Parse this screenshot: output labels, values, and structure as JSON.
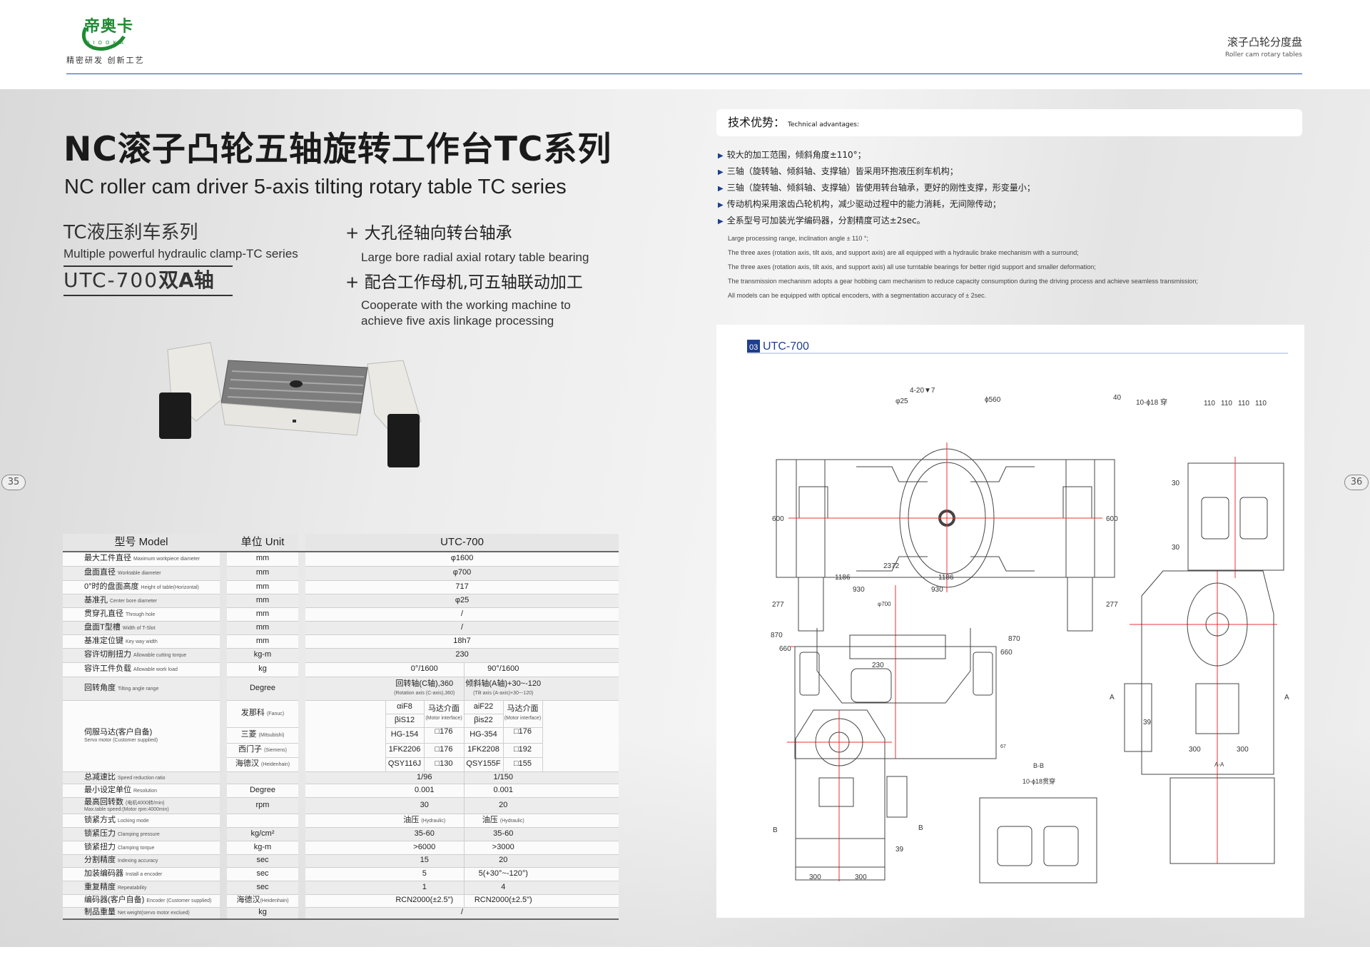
{
  "brand": {
    "logo_cn": "帝奥卡",
    "logo_en": "DIOOKA",
    "slogan": "精密研发 创新工艺",
    "color": "#1f8a32"
  },
  "header": {
    "title_cn": "滚子凸轮分度盘",
    "title_en": "Roller cam rotary tables",
    "line_color": "#2a4da0"
  },
  "hero": {
    "title_cn": "NC滚子凸轮五轴旋转工作台TC系列",
    "title_en": "NC roller cam driver 5-axis tilting rotary table TC series",
    "series_cn": "TC液压刹车系列",
    "series_en": "Multiple powerful hydraulic clamp-TC series",
    "model_prefix": "UTC-700",
    "model_suffix": "双A轴",
    "features": [
      {
        "cn": "+ 大孔径轴向转台轴承",
        "en": "Large bore radial axial rotary table bearing"
      },
      {
        "cn": "+ 配合工作母机,可五轴联动加工",
        "en": "Cooperate with the working machine to achieve five axis linkage processing"
      }
    ]
  },
  "pages": {
    "left": "35",
    "right": "36"
  },
  "advantages": {
    "title_cn": "技术优势：",
    "title_en": "Technical advantages:",
    "bullet_color": "#1d3e8f",
    "items_cn": [
      "较大的加工范围，倾斜角度±110°；",
      "三轴（旋转轴、倾斜轴、支撑轴）皆采用环抱液压刹车机构；",
      "三轴（旋转轴、倾斜轴、支撑轴）皆使用转台轴承，更好的刚性支撑，形变量小；",
      "传动机构采用滚齿凸轮机构，减少驱动过程中的能力消耗，无间隙传动；",
      "全系型号可加装光学编码器，分割精度可达±2sec。"
    ],
    "items_en": [
      "Large processing range, inclination angle ± 110 °;",
      "The three axes (rotation axis, tilt axis, and support axis) are all equipped with a hydraulic brake mechanism with a surround;",
      "The three axes (rotation axis, tilt axis, and support axis) all use turntable bearings for better rigid support and smaller deformation;",
      "The transmission mechanism adopts a gear hobbing cam mechanism to reduce capacity consumption during the driving process and achieve seamless transmission;",
      "All models can be equipped with optical encoders, with a segmentation accuracy of ± 2sec."
    ]
  },
  "drawing": {
    "section_no": "03",
    "model": "UTC-700",
    "accent": "#1d3e8f",
    "dims": {
      "bolt": "4-20▼7",
      "phi25": "φ25",
      "phi560": "ϕ560",
      "d40": "40",
      "d600": "600",
      "d277": "277",
      "holes": "10-ϕ18 穿",
      "d110": "110",
      "d30": "30",
      "d2372": "2372",
      "d1186": "1186",
      "d930": "930",
      "phi700": "φ700",
      "d870": "870",
      "d660": "660",
      "d230": "230",
      "d67": "67",
      "d300": "300",
      "d39": "39",
      "secA": "A",
      "secAA": "A-A",
      "secB": "B",
      "secBB": "B-B",
      "holesB": "10-ϕ18贯穿"
    }
  },
  "specs": {
    "header": {
      "model": "型号 Model",
      "unit": "单位 Unit",
      "value": "UTC-700"
    },
    "rows": [
      {
        "cn": "最大工件直径",
        "en": "Maximum workpiece diameter",
        "unit": "mm",
        "value": "φ1600"
      },
      {
        "cn": "盘面直径",
        "en": "Worktable diameter",
        "unit": "mm",
        "value": "φ700"
      },
      {
        "cn": "0°时的盘面高度",
        "en": "Height of table(Horizontal)",
        "unit": "mm",
        "value": "717"
      },
      {
        "cn": "基准孔",
        "en": "Center bore diameter",
        "unit": "mm",
        "value": "φ25"
      },
      {
        "cn": "贯穿孔直径",
        "en": "Through hole",
        "unit": "mm",
        "value": "/"
      },
      {
        "cn": "盘面T型槽",
        "en": "Width of T-Slot",
        "unit": "mm",
        "value": "/"
      },
      {
        "cn": "基准定位键",
        "en": "Key way width",
        "unit": "mm",
        "value": "18h7"
      },
      {
        "cn": "容许切削扭力",
        "en": "Allowable cutting torque",
        "unit": "kg-m",
        "value": "230"
      },
      {
        "cn": "容许工件负载",
        "en": "Allowable work load",
        "unit": "kg",
        "values": [
          "0°/1600",
          "90°/1600"
        ]
      },
      {
        "cn": "回转角度",
        "en": "Tilting angle range",
        "unit": "Degree",
        "values": [
          "回转轴(C轴),360",
          "倾斜轴(A轴)+30~-120"
        ],
        "notes": [
          "(Rotation axis (C-axis),360)",
          "(Tilt axis (A-axis)+30~-120)"
        ]
      }
    ],
    "servo": {
      "cn": "伺服马达(客户自备)",
      "en": "Servo motor (Customer supplied)",
      "interface_cn": "马达介面",
      "interface_en": "(Motor interface)",
      "brands": [
        {
          "cn": "发那科",
          "en": "(Fanuc)",
          "models": [
            [
              "αiF8",
              "βiS12"
            ],
            [
              "aiF22",
              "βis22"
            ]
          ],
          "iface": [
            "□176",
            "□176"
          ]
        },
        {
          "cn": "三菱",
          "en": "(Mitsubishi)",
          "models": [
            "HG-154",
            "HG-354"
          ]
        },
        {
          "cn": "西门子",
          "en": "(Siemens)",
          "models": [
            "1FK2206",
            "1FK2208"
          ],
          "iface": [
            "□176",
            "□192"
          ]
        },
        {
          "cn": "海德汉",
          "en": "(Heidenhain)",
          "models": [
            "QSY116J",
            "QSY155F"
          ],
          "iface": [
            "□130",
            "□155"
          ]
        }
      ]
    },
    "rows2": [
      {
        "cn": "总减速比",
        "en": "Speed reduction ratio",
        "unit": "",
        "values": [
          "1/96",
          "1/150"
        ]
      },
      {
        "cn": "最小设定单位",
        "en": "Resolution",
        "unit": "Degree",
        "values": [
          "0.001",
          "0.001"
        ]
      },
      {
        "cn": "最高回转数",
        "en": "(电机4000转/min)",
        "en2": "Max.table speed:(Motor rpm:4000min)",
        "unit": "rpm",
        "values": [
          "30",
          "20"
        ]
      },
      {
        "cn": "锁紧方式",
        "en": "Locking mode",
        "unit": "",
        "values": [
          "油压",
          "油压"
        ],
        "notes": [
          "(Hydraulic)",
          "(Hydraulic)"
        ]
      },
      {
        "cn": "锁紧压力",
        "en": "Clamping pressure",
        "unit": "kg/cm²",
        "values": [
          "35-60",
          "35-60"
        ]
      },
      {
        "cn": "锁紧扭力",
        "en": "Clamping torque",
        "unit": "kg-m",
        "values": [
          ">6000",
          ">3000"
        ]
      },
      {
        "cn": "分割精度",
        "en": "Indexing accuracy",
        "unit": "sec",
        "values": [
          "15",
          "20"
        ]
      },
      {
        "cn": "加装编码器",
        "en": "Install a encoder",
        "unit": "sec",
        "values": [
          "5",
          "5(+30°~-120°)"
        ]
      },
      {
        "cn": "重复精度",
        "en": "Repeatability",
        "unit": "sec",
        "values": [
          "1",
          "4"
        ]
      },
      {
        "cn": "编码器(客户自备)",
        "en": "Encoder (Customer supplied)",
        "unit": "海德汉",
        "unit_en": "(Heidenhain)",
        "values": [
          "RCN2000(±2.5\")",
          "RCN2000(±2.5\")"
        ]
      },
      {
        "cn": "制品重量",
        "en": "Net weight(servo motor exclued)",
        "unit": "kg",
        "value": "/"
      }
    ]
  }
}
